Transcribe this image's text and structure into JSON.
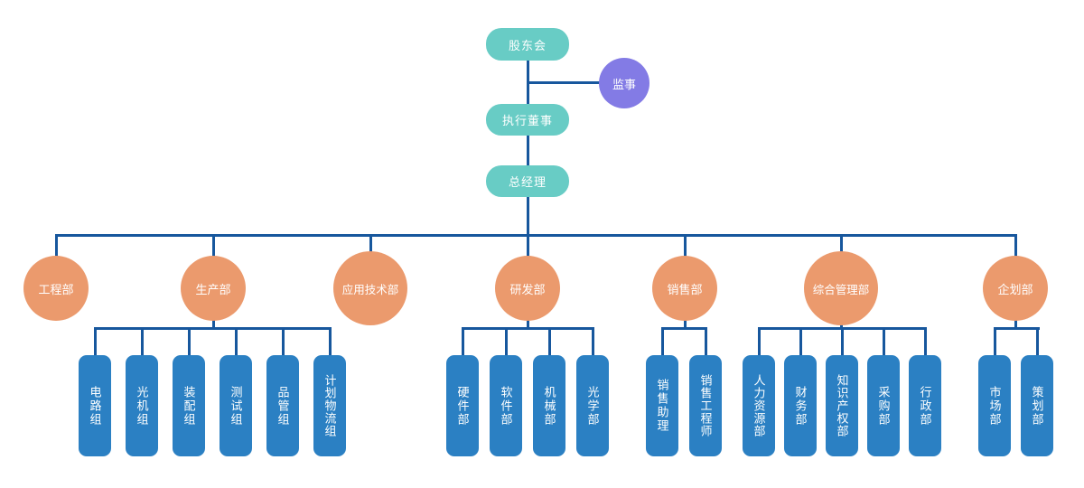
{
  "colors": {
    "teal_node": "#68CCC5",
    "purple_node": "#837BE5",
    "orange_node": "#EB9A6D",
    "blue_node": "#2B80C3",
    "connector_line": "#17579D",
    "node_text": "#FFFFFF",
    "background": "#FFFFFF"
  },
  "org": {
    "shareholders_label": "股东会",
    "supervisor_label": "监事",
    "executive_director_label": "执行董事",
    "general_manager_label": "总经理",
    "departments": [
      {
        "label": "工程部",
        "children": []
      },
      {
        "label": "生产部",
        "children": [
          "电路组",
          "光机组",
          "装配组",
          "测试组",
          "品管组",
          "计划物流组"
        ]
      },
      {
        "label": "应用技术部",
        "children": []
      },
      {
        "label": "研发部",
        "children": [
          "硬件部",
          "软件部",
          "机械部",
          "光学部"
        ]
      },
      {
        "label": "销售部",
        "children": [
          "销售助理",
          "销售工程师"
        ]
      },
      {
        "label": "综合管理部",
        "children": [
          "人力资源部",
          "财务部",
          "知识产权部",
          "采购部",
          "行政部"
        ]
      },
      {
        "label": "企划部",
        "children": [
          "市场部",
          "策划部"
        ]
      }
    ]
  }
}
